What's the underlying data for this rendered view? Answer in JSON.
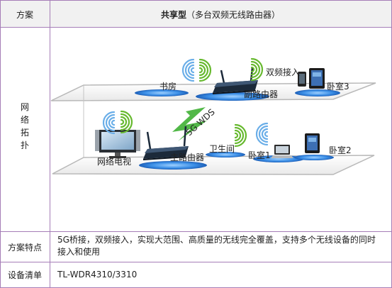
{
  "header": {
    "col_label": "方案",
    "title_bold": "共享型",
    "title_rest": "（多台双频无线路由器）"
  },
  "topology": {
    "row_label": [
      "网",
      "络",
      "拓",
      "扑"
    ],
    "upper_floor": {
      "study": "书房",
      "secondary_router": "副路由器",
      "dual_band_access": "双频接入",
      "bedroom3": "卧室3"
    },
    "lower_floor": {
      "network_tv": "网络电视",
      "main_router": "主路由器",
      "bathroom": "卫生间",
      "bedroom1": "卧室1",
      "bedroom2": "卧室2"
    },
    "wds_label": "5G WDS"
  },
  "features": {
    "label": "方案特点",
    "text": "5G桥接，双频接入，实现大范围、高质量的无线完全覆盖，支持多个无线设备的同时接入和使用"
  },
  "equipment": {
    "label": "设备清单",
    "text": "TL-WDR4310/3310"
  },
  "colors": {
    "border": "#a57db7",
    "ellipse": "#2b7bd8",
    "wifi_green": "#67b92f",
    "wds_green": "#52b848",
    "floor_gray": "#b8b8b8"
  }
}
